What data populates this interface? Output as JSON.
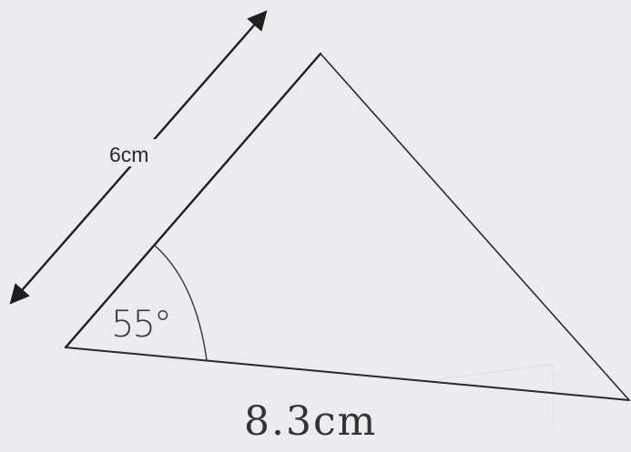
{
  "diagram": {
    "side_label": "6cm",
    "angle_label": "55°",
    "base_label": "8.3cm",
    "colors": {
      "paper": "#ecebee",
      "line": "#1e1e1e"
    }
  }
}
